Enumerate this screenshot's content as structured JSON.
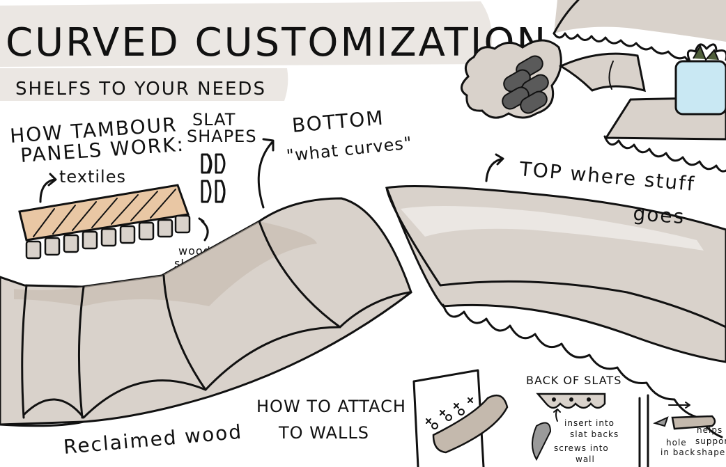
{
  "title": "CURVED CUSTOMIZATION",
  "subtitle": "SHELFS TO YOUR NEEDS",
  "tambour": {
    "heading_line1": "HOW TAMBOUR",
    "heading_line2": "PANELS WORK:",
    "textiles_label": "textiles",
    "wood_label_line1": "wood",
    "wood_label_line2": "slats"
  },
  "slats": {
    "label_line1": "SLAT",
    "label_line2": "SHAPES"
  },
  "bottom": {
    "label": "BOTTOM",
    "note": "\"what curves\""
  },
  "top": {
    "label_line1": "TOP where stuff",
    "label_line2": "goes"
  },
  "reclaimed": "Reclaimed wood",
  "attach": {
    "line1": "HOW TO ATTACH",
    "line2": "TO WALLS"
  },
  "back": {
    "title": "BACK OF SLATS",
    "insert_line1": "insert into",
    "insert_line2": "slat backs",
    "screws_line1": "screws into",
    "screws_line2": "wall",
    "hole_line1": "hole",
    "hole_line2": "in back",
    "helps_line1": "helps",
    "helps_line2": "support",
    "helps_line3": "shape"
  },
  "colors": {
    "wood_gray": "#d9d2cb",
    "wood_shadow": "#c4b9ad",
    "highlight": "#ebe7e3",
    "textile": "#e9c7a4",
    "pot": "#c9e8f3"
  }
}
